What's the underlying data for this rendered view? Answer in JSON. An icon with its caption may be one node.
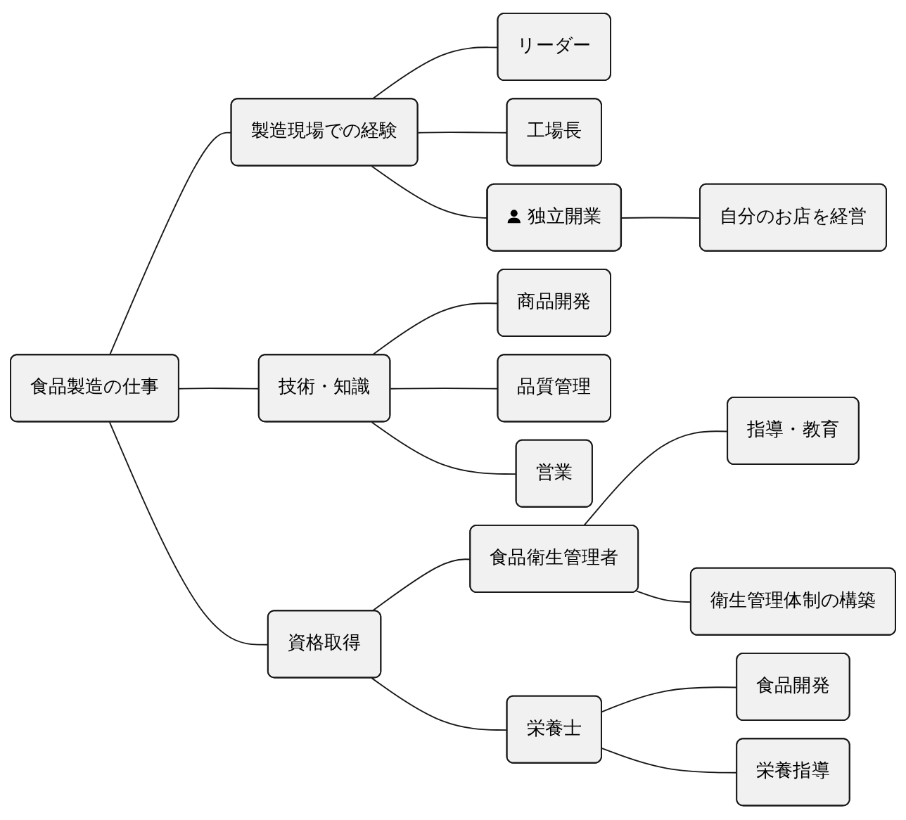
{
  "diagram": {
    "nodes": [
      {
        "text": [
          "食品製造の仕事"
        ]
      },
      {
        "text": [
          "製造現場での経験"
        ]
      },
      {
        "text": [
          "リーダー"
        ]
      },
      {
        "text": [
          "工場長"
        ]
      },
      {
        "text": [
          "独立開業"
        ]
      },
      {
        "text": [
          "自分のお店を経営"
        ]
      },
      {
        "text": [
          "技術・知識"
        ]
      },
      {
        "text": [
          "商品開発"
        ]
      },
      {
        "text": [
          "品質管理"
        ]
      },
      {
        "text": [
          "営業"
        ]
      },
      {
        "text": [
          "資格取得"
        ]
      },
      {
        "text": [
          "食品衛生管理者"
        ]
      },
      {
        "text": [
          "指導・教育"
        ]
      },
      {
        "text": [
          "衛生管理体制の構築"
        ]
      },
      {
        "text": [
          "栄養士"
        ]
      },
      {
        "text": [
          "食品開発"
        ]
      },
      {
        "text": [
          "栄養指導"
        ]
      }
    ],
    "edges": [
      {
        "from": 0,
        "to": 1,
        "arrow": "none"
      },
      {
        "from": 1,
        "to": 2,
        "arrow": "none"
      },
      {
        "from": 1,
        "to": 3,
        "arrow": "none"
      },
      {
        "from": 1,
        "to": 4,
        "arrow": "none"
      },
      {
        "from": 4,
        "to": 5,
        "arrow": "none"
      },
      {
        "from": 0,
        "to": 6,
        "arrow": "none"
      },
      {
        "from": 6,
        "to": 7,
        "arrow": "none"
      },
      {
        "from": 6,
        "to": 8,
        "arrow": "none"
      },
      {
        "from": 6,
        "to": 9,
        "arrow": "none"
      },
      {
        "from": 0,
        "to": 10,
        "arrow": "none"
      },
      {
        "from": 10,
        "to": 11,
        "arrow": "none"
      },
      {
        "from": 11,
        "to": 12,
        "arrow": "none"
      },
      {
        "from": 11,
        "to": 13,
        "arrow": "none"
      },
      {
        "from": 10,
        "to": 14,
        "arrow": "none"
      },
      {
        "from": 14,
        "to": 15,
        "arrow": "none"
      },
      {
        "from": 14,
        "to": 16,
        "arrow": "none"
      }
    ]
  }
}
